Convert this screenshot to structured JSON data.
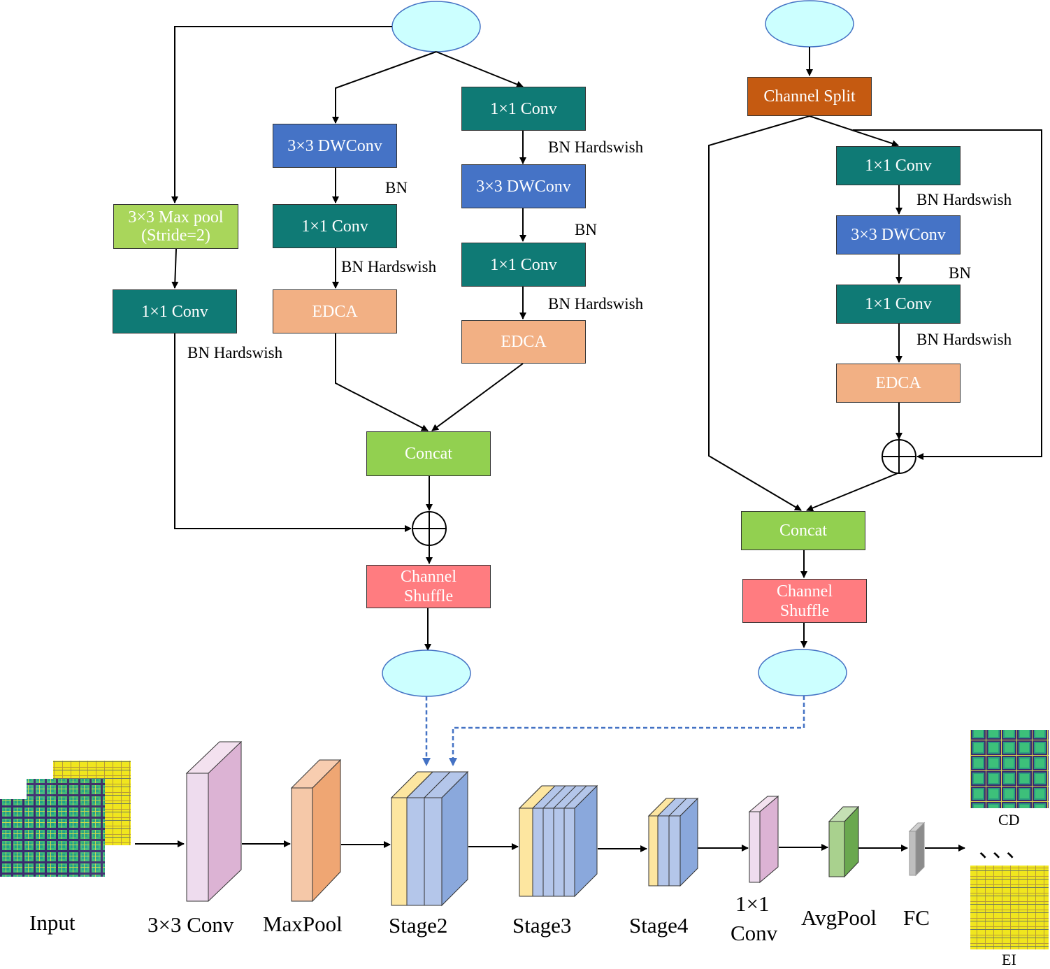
{
  "left_block": {
    "conv1x1_a": "1×1 Conv",
    "dwconv_b": "3×3 DWConv",
    "conv1x1_b2": "1×1 Conv",
    "dwconv_c": "3×3 DWConv",
    "conv1x1_c2": "1×1 Conv",
    "maxpool_line1": "3×3 Max pool",
    "maxpool_line2": "(Stride=2)",
    "conv1x1_d": "1×1 Conv",
    "edca_b": "EDCA",
    "edca_c": "EDCA",
    "concat": "Concat",
    "shuffle_line1": "Channel",
    "shuffle_line2": "Shuffle",
    "bn": "BN",
    "bn_hardswish": "BN Hardswish"
  },
  "right_block": {
    "split": "Channel Split",
    "conv1x1_a": "1×1 Conv",
    "dwconv": "3×3 DWConv",
    "conv1x1_b": "1×1 Conv",
    "edca": "EDCA",
    "concat": "Concat",
    "shuffle_line1": "Channel",
    "shuffle_line2": "Shuffle",
    "bn": "BN",
    "bn_hardswish": "BN Hardswish"
  },
  "pipeline": {
    "input": "Input",
    "conv3x3": "3×3 Conv",
    "maxpool": "MaxPool",
    "stage2": "Stage2",
    "stage3": "Stage3",
    "stage4": "Stage4",
    "conv1x1_line1": "1×1",
    "conv1x1_line2": "Conv",
    "avgpool": "AvgPool",
    "fc": "FC",
    "out_cd": "CD",
    "out_ei": "EI",
    "ellipsis": "、、、"
  }
}
